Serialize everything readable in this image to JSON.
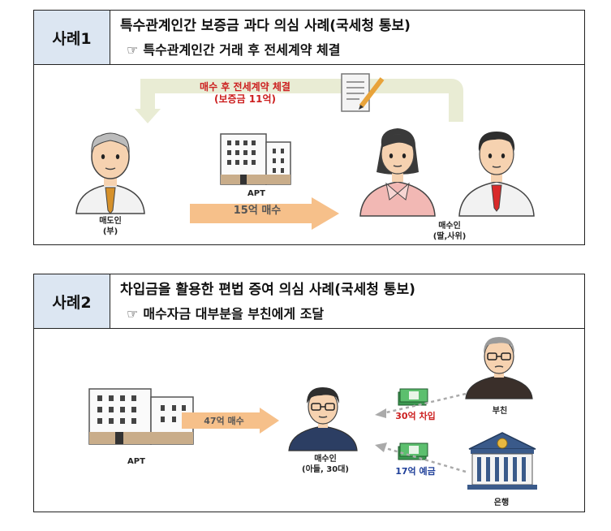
{
  "case1": {
    "label": "사례1",
    "title": "특수관계인간 보증금 과다 의심 사례(국세청 통보)",
    "subtitle": "특수관계인간 거래 후 전세계약 체결",
    "hand_glyph": "☞",
    "contract_line1": "매수 후 전세계약 체결",
    "contract_line2": "(보증금 11억)",
    "seller_label": "매도인",
    "seller_relation": "(부)",
    "apt_label": "APT",
    "purchase_label": "15억 매수",
    "buyer_label": "매수인",
    "buyer_relation": "(딸,사위)"
  },
  "case2": {
    "label": "사례2",
    "title": "차입금을 활용한 편법 증여 의심 사례(국세청 통보)",
    "subtitle": "매수자금 대부분을 부친에게 조달",
    "hand_glyph": "☞",
    "apt_label": "APT",
    "purchase_label": "47억 매수",
    "buyer_label": "매수인",
    "buyer_relation": "(아들, 30대)",
    "loan_label": "30억 차입",
    "deposit_label": "17억 예금",
    "father_label": "부친",
    "bank_label": "은행"
  }
}
